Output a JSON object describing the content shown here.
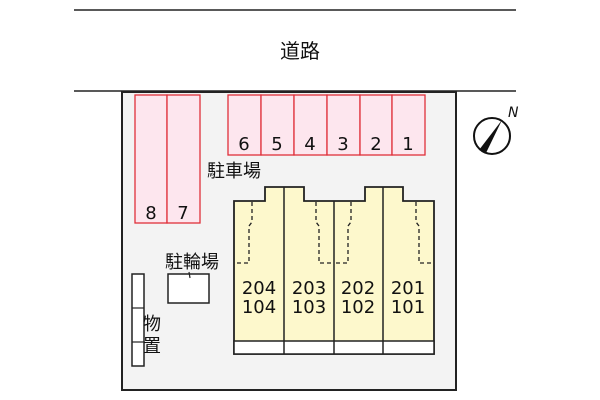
{
  "road": {
    "label": "道路"
  },
  "compass": {
    "label": "N"
  },
  "parking": {
    "label": "駐車場",
    "left_spaces": [
      {
        "label": "8"
      },
      {
        "label": "7"
      }
    ],
    "top_spaces": [
      {
        "label": "6"
      },
      {
        "label": "5"
      },
      {
        "label": "4"
      },
      {
        "label": "3"
      },
      {
        "label": "2"
      },
      {
        "label": "1"
      }
    ]
  },
  "bicycle_parking": {
    "label": "駐輪場"
  },
  "storage": {
    "label_line1": "物",
    "label_line2": "置"
  },
  "building": {
    "units": [
      {
        "upper": "204",
        "lower": "104"
      },
      {
        "upper": "203",
        "lower": "103"
      },
      {
        "upper": "202",
        "lower": "102"
      },
      {
        "upper": "201",
        "lower": "101"
      }
    ]
  },
  "colors": {
    "parking_fill": "#fde6ee",
    "parking_stroke": "#e0303a",
    "building_fill": "#fdf8cc",
    "lot_fill": "#f3f3f3",
    "line": "#222222"
  }
}
